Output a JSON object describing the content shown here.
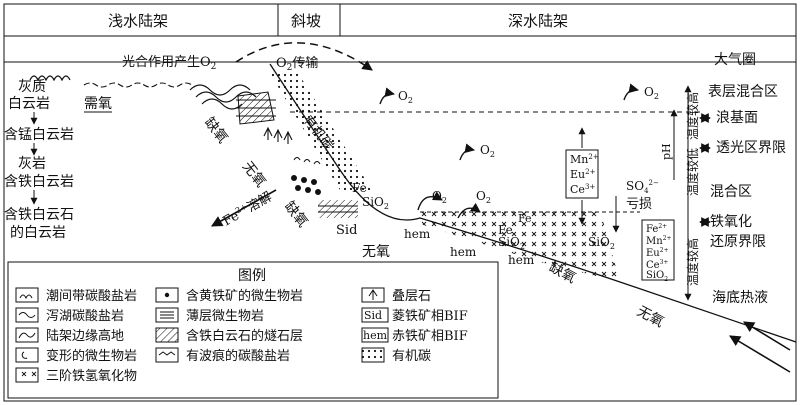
{
  "zones": {
    "shallow": "浅水陆架",
    "slope": "斜坡",
    "deep": "深水陆架"
  },
  "atmosphere": {
    "label": "大气圈",
    "photosynthesis": "光合作用产生O",
    "transport": "O",
    "transport_suffix": "传输",
    "o2": "O",
    "sub2": "2"
  },
  "left_sequence": [
    "灰质",
    "白云岩",
    "含锰白云岩",
    "灰岩",
    "含铁白云岩",
    "含铁白云石",
    "的白云岩"
  ],
  "right_labels": {
    "mixed_surface": "表层混合区",
    "wave_base": "浪基面",
    "photic": "透光区界限",
    "mixed": "混合区",
    "redox_1": "铁氧化",
    "redox_2": "还原界限",
    "hydrothermal": "海底热液"
  },
  "vertical_labels": {
    "ph": "pH",
    "temp_high": "温度较高",
    "temp_low": "温度较低",
    "temp_high2": "温度较高"
  },
  "slope_labels": {
    "organic": "有机碳",
    "anoxic": "缺氧",
    "no_oxygen": "无氧",
    "fe_dissolve": "Fe",
    "fe_dissolve_sup": "2+",
    "fe_dissolve_suffix": "溶解",
    "demand": "需氧",
    "depletion": "亏损",
    "so4": "SO",
    "so4_sub": "4",
    "so4_sup": "2−"
  },
  "minerals": {
    "sid": "Sid",
    "hem": "hem",
    "sio2": "SiO",
    "fe": "Fe"
  },
  "box_ions": {
    "mn": "Mn",
    "eu": "Eu",
    "ce": "Ce",
    "sup2": "2+",
    "sup3": "3+",
    "fe": "Fe",
    "sio2": "SiO"
  },
  "legend": {
    "title": "图例",
    "items": [
      "潮间带碳酸盐岩",
      "泻湖碳酸盐岩",
      "陆架边缘高地",
      "变形的微生物岩",
      "三阶铁氢氧化物",
      "含黄铁矿的微生物岩",
      "薄层微生物岩",
      "含铁白云石的燧石层",
      "有波痕的碳酸盐岩",
      "叠层石",
      "菱铁矿相BIF",
      "赤铁矿相BIF",
      "有机碳"
    ],
    "sym_sid": "Sid",
    "sym_hem": "hem"
  }
}
